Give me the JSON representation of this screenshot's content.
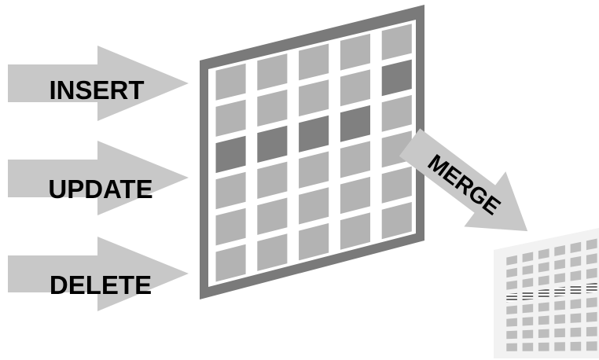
{
  "labels": {
    "insert": "INSERT",
    "update": "UPDATE",
    "delete": "DELETE",
    "merge": "MERGE"
  },
  "colors": {
    "arrow": "#c8c8c8",
    "frame": "#7a7a7a",
    "cell": "#b3b3b3",
    "cell_dark": "#808080",
    "small_cell": "#bdbdbd",
    "small_frame": "#f2f2f2"
  },
  "grid": {
    "rows": 6,
    "cols": 5,
    "dark_cells": [
      [
        2,
        0
      ],
      [
        2,
        1
      ],
      [
        2,
        2
      ],
      [
        2,
        3
      ],
      [
        1,
        4
      ]
    ]
  },
  "small_grid": {
    "rows": 8,
    "cols": 6,
    "striped_row": 3
  }
}
